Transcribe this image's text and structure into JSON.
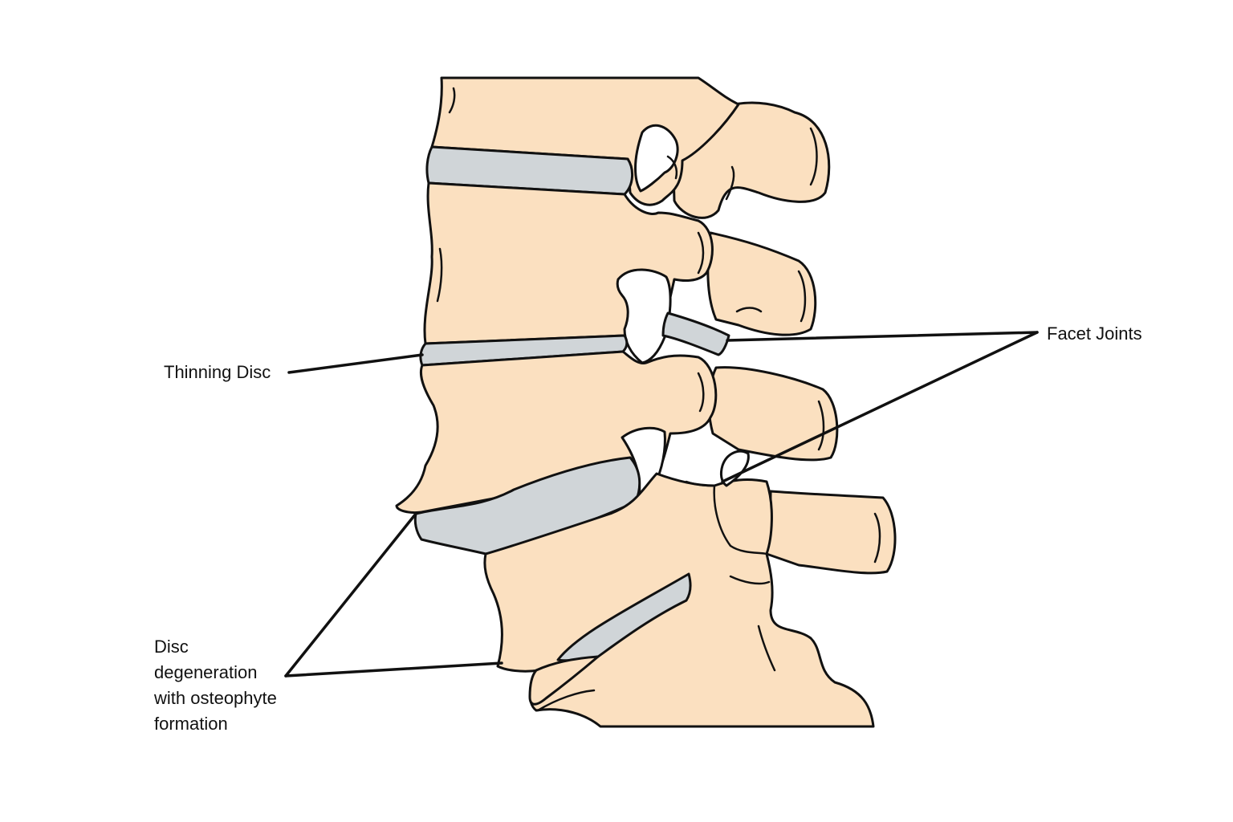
{
  "labels": {
    "thinning_disc": "Thinning Disc",
    "facet_joints": "Facet Joints",
    "osteophyte": {
      "line1": "Disc",
      "line2": "degeneration",
      "line3": "with osteophyte",
      "line4": "formation"
    }
  },
  "colors": {
    "bone": "#fbe0c0",
    "disc": "#d0d5d8",
    "outline": "#111111",
    "background": "#ffffff"
  }
}
